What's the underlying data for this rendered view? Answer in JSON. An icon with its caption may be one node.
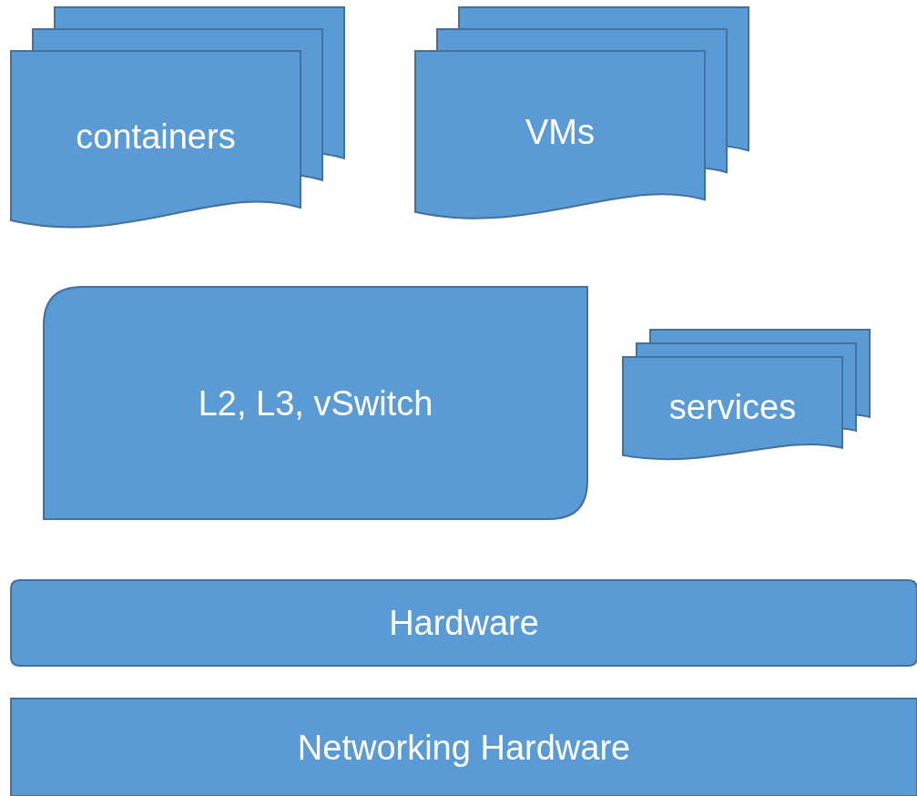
{
  "diagram": {
    "nodes": [
      {
        "text": [
          "containers"
        ]
      },
      {
        "text": [
          "VMs"
        ]
      },
      {
        "text": [
          "L2, L3, vSwitch"
        ]
      },
      {
        "text": [
          "services"
        ]
      },
      {
        "text": [
          "Hardware"
        ]
      },
      {
        "text": [
          "Networking Hardware"
        ]
      }
    ]
  }
}
